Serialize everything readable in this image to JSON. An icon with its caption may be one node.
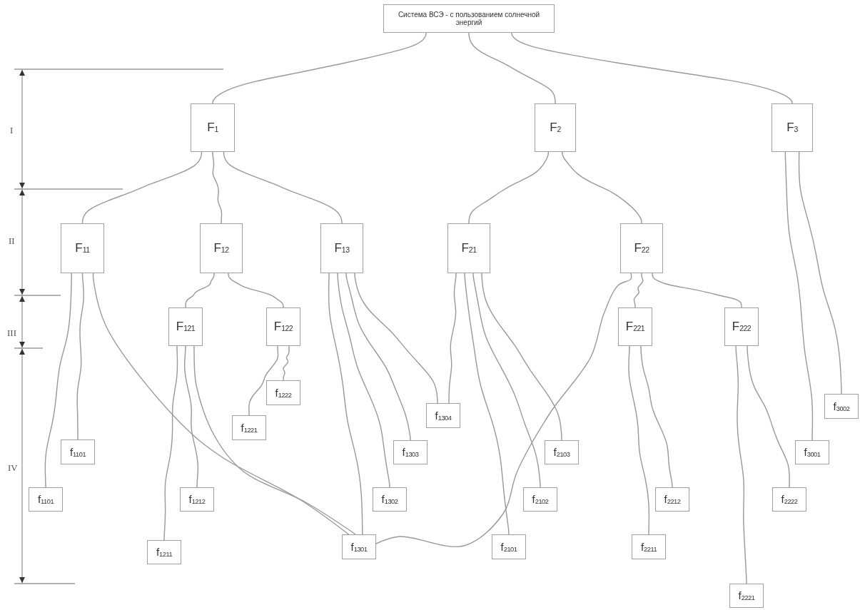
{
  "diagram": {
    "nodes": [
      {
        "text": [
          "Система ВСЭ - с пользованием солнечной энергий"
        ]
      },
      {
        "text": [
          "F$_{1}$"
        ]
      },
      {
        "text": [
          "F$_{2}$"
        ]
      },
      {
        "text": [
          "F$_{3}$"
        ]
      },
      {
        "text": [
          "F$_{11}$"
        ]
      },
      {
        "text": [
          "F$_{12}$"
        ]
      },
      {
        "text": [
          "F$_{13}$"
        ]
      },
      {
        "text": [
          "F$_{21}$"
        ]
      },
      {
        "text": [
          "F$_{22}$"
        ]
      },
      {
        "text": [
          "F$_{121}$"
        ]
      },
      {
        "text": [
          "F$_{122}$"
        ]
      },
      {
        "text": [
          "F$_{221}$"
        ]
      },
      {
        "text": [
          "F$_{222}$"
        ]
      },
      {
        "text": [
          "f$_{1101}$"
        ]
      },
      {
        "text": [
          "f$_{1101}$"
        ]
      },
      {
        "text": [
          "f$_{1211}$"
        ]
      },
      {
        "text": [
          "f$_{1212}$"
        ]
      },
      {
        "text": [
          "f$_{1221}$"
        ]
      },
      {
        "text": [
          "f$_{1222}$"
        ]
      },
      {
        "text": [
          "f$_{1301}$"
        ]
      },
      {
        "text": [
          "f$_{1302}$"
        ]
      },
      {
        "text": [
          "f$_{1303}$"
        ]
      },
      {
        "text": [
          "f$_{1304}$"
        ]
      },
      {
        "text": [
          "f$_{2101}$"
        ]
      },
      {
        "text": [
          "f$_{2102}$"
        ]
      },
      {
        "text": [
          "f$_{2103}$"
        ]
      },
      {
        "text": [
          "f$_{2211}$"
        ]
      },
      {
        "text": [
          "f$_{2212}$"
        ]
      },
      {
        "text": [
          "f$_{2221}$"
        ]
      },
      {
        "text": [
          "f$_{2222}$"
        ]
      },
      {
        "text": [
          "f$_{3001}$"
        ]
      },
      {
        "text": [
          "f$_{3002}$"
        ]
      }
    ],
    "edges": [
      {
        "from": 0,
        "to": 1,
        "arrow": "none"
      },
      {
        "from": 0,
        "to": 2,
        "arrow": "none"
      },
      {
        "from": 0,
        "to": 3,
        "arrow": "none"
      },
      {
        "from": 1,
        "to": 4,
        "arrow": "none"
      },
      {
        "from": 1,
        "to": 5,
        "arrow": "none"
      },
      {
        "from": 1,
        "to": 6,
        "arrow": "none"
      },
      {
        "from": 2,
        "to": 7,
        "arrow": "none"
      },
      {
        "from": 2,
        "to": 8,
        "arrow": "none"
      },
      {
        "from": 3,
        "to": 30,
        "arrow": "none"
      },
      {
        "from": 3,
        "to": 31,
        "arrow": "none"
      },
      {
        "from": 4,
        "to": 13,
        "arrow": "none"
      },
      {
        "from": 4,
        "to": 14,
        "arrow": "none"
      },
      {
        "from": 4,
        "to": 19,
        "arrow": "none"
      },
      {
        "from": 5,
        "to": 9,
        "arrow": "none"
      },
      {
        "from": 5,
        "to": 10,
        "arrow": "none"
      },
      {
        "from": 9,
        "to": 15,
        "arrow": "none"
      },
      {
        "from": 9,
        "to": 16,
        "arrow": "none"
      },
      {
        "from": 9,
        "to": 19,
        "arrow": "none"
      },
      {
        "from": 10,
        "to": 17,
        "arrow": "none"
      },
      {
        "from": 10,
        "to": 18,
        "arrow": "none"
      },
      {
        "from": 6,
        "to": 19,
        "arrow": "none"
      },
      {
        "from": 6,
        "to": 20,
        "arrow": "none"
      },
      {
        "from": 6,
        "to": 21,
        "arrow": "none"
      },
      {
        "from": 6,
        "to": 22,
        "arrow": "none"
      },
      {
        "from": 7,
        "to": 22,
        "arrow": "none"
      },
      {
        "from": 7,
        "to": 23,
        "arrow": "none"
      },
      {
        "from": 7,
        "to": 24,
        "arrow": "none"
      },
      {
        "from": 7,
        "to": 25,
        "arrow": "none"
      },
      {
        "from": 8,
        "to": 19,
        "arrow": "none"
      },
      {
        "from": 8,
        "to": 11,
        "arrow": "none"
      },
      {
        "from": 8,
        "to": 12,
        "arrow": "none"
      },
      {
        "from": 11,
        "to": 26,
        "arrow": "none"
      },
      {
        "from": 11,
        "to": 27,
        "arrow": "none"
      },
      {
        "from": 12,
        "to": 28,
        "arrow": "none"
      },
      {
        "from": 12,
        "to": 29,
        "arrow": "none"
      }
    ],
    "labels": [
      "I",
      "II",
      "III",
      "IV"
    ]
  }
}
